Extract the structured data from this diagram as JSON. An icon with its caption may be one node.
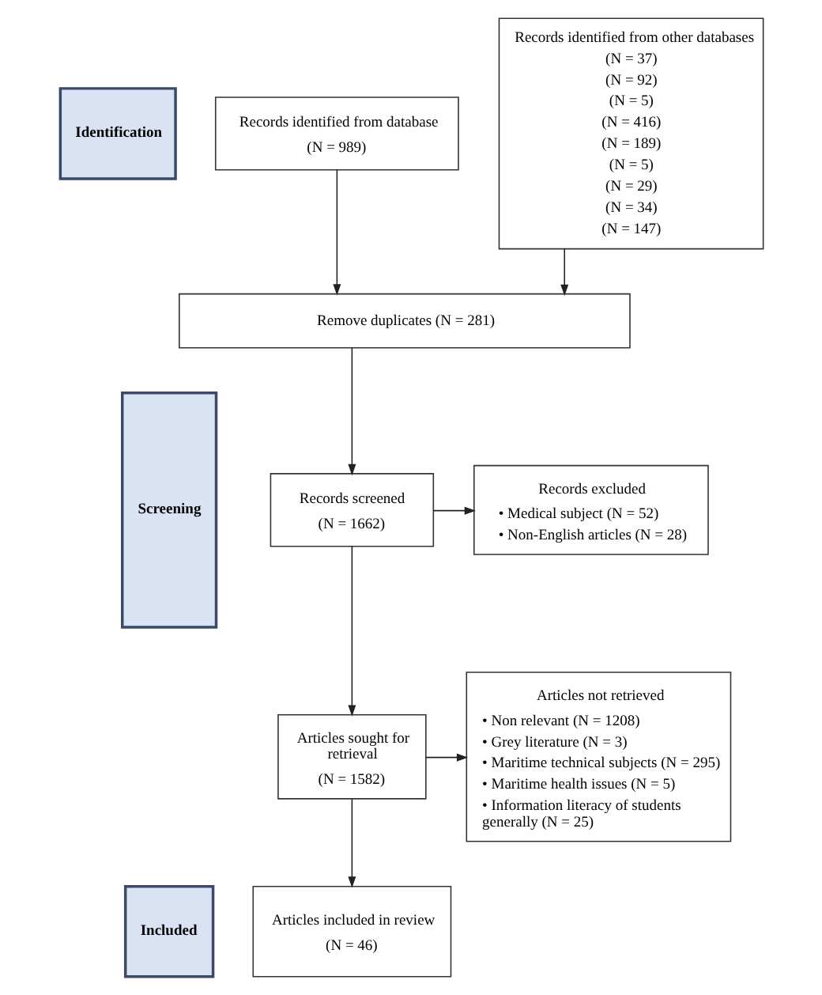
{
  "diagram": {
    "nodes": [
      {
        "text": [
          "Identification"
        ]
      },
      {
        "text": [
          "Records identified from database",
          "(N = 989)"
        ]
      },
      {
        "text": [
          "Records identified from other databases",
          "(N = 37)",
          "(N = 92)",
          "(N = 5)",
          "(N = 416)",
          "(N = 189)",
          "(N = 5)",
          "(N = 29)",
          "(N = 34)",
          "(N = 147)"
        ]
      },
      {
        "text": [
          "Screening"
        ]
      },
      {
        "text": [
          "Remove duplicates (N = 281)"
        ]
      },
      {
        "text": [
          "Records screened",
          "(N = 1662)"
        ]
      },
      {
        "text": [
          "Records excluded",
          "• Medical subject (N = 52)",
          "• Non-English articles (N = 28)"
        ]
      },
      {
        "text": [
          "Articles sought for retrieval",
          "(N = 1582)"
        ]
      },
      {
        "text": [
          "Articles not retrieved",
          "• Non relevant (N = 1208)",
          "• Grey literature (N = 3)",
          "• Maritime technical subjects (N = 295)",
          "• Maritime health issues (N = 5)",
          "• Information literacy of students generally (N = 25)"
        ]
      },
      {
        "text": [
          "Included"
        ]
      },
      {
        "text": [
          "Articles included in review",
          "(N = 46)"
        ]
      }
    ],
    "edges": [
      {
        "from": 1,
        "to": 4,
        "arrow": "to"
      },
      {
        "from": 2,
        "to": 4,
        "arrow": "to"
      },
      {
        "from": 4,
        "to": 5,
        "arrow": "to"
      },
      {
        "from": 5,
        "to": 6,
        "arrow": "to"
      },
      {
        "from": 5,
        "to": 7,
        "arrow": "to"
      },
      {
        "from": 7,
        "to": 8,
        "arrow": "to"
      },
      {
        "from": 7,
        "to": 10,
        "arrow": "to"
      }
    ]
  }
}
